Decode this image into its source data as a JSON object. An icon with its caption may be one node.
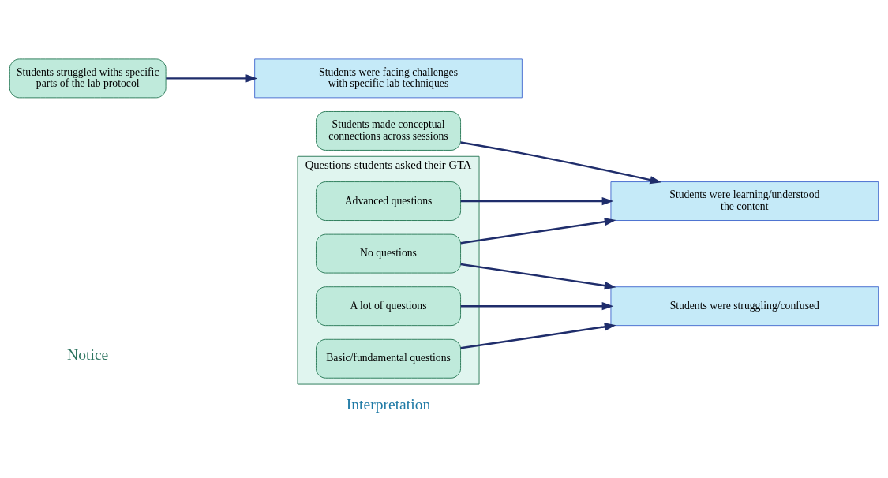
{
  "diagram": {
    "nodes": [
      {
        "text": [
          "Questions students asked their GTA"
        ]
      },
      {
        "text": [
          "A lot of questions"
        ],
        "in": 0
      },
      {
        "text": [
          "Basic/fundamental questions"
        ],
        "in": 0
      },
      {
        "text": [
          "No questions"
        ],
        "in": 0
      },
      {
        "text": [
          "Advanced questions"
        ],
        "in": 0
      },
      {
        "text": [
          "Students made conceptual connections across sessions"
        ]
      },
      {
        "text": [
          "Students struggled withs specific parts of the lab protocol"
        ]
      },
      {
        "text": [
          "Students were struggling/confused"
        ]
      },
      {
        "text": [
          "Students were learning/understood the content"
        ]
      },
      {
        "text": [
          "Students were facing challenges with specific lab techniques"
        ]
      }
    ],
    "edges": [
      {
        "from": 1,
        "to": 7,
        "arrow": "to"
      },
      {
        "from": 2,
        "to": 7,
        "arrow": "to"
      },
      {
        "from": 3,
        "to": 7,
        "arrow": "to"
      },
      {
        "from": 3,
        "to": 8,
        "arrow": "to"
      },
      {
        "from": 4,
        "to": 8,
        "arrow": "to"
      },
      {
        "from": 5,
        "to": 8,
        "arrow": "to"
      },
      {
        "from": 6,
        "to": 9,
        "arrow": "to"
      }
    ],
    "labels": [
      "Notice",
      "Interpretation"
    ]
  }
}
